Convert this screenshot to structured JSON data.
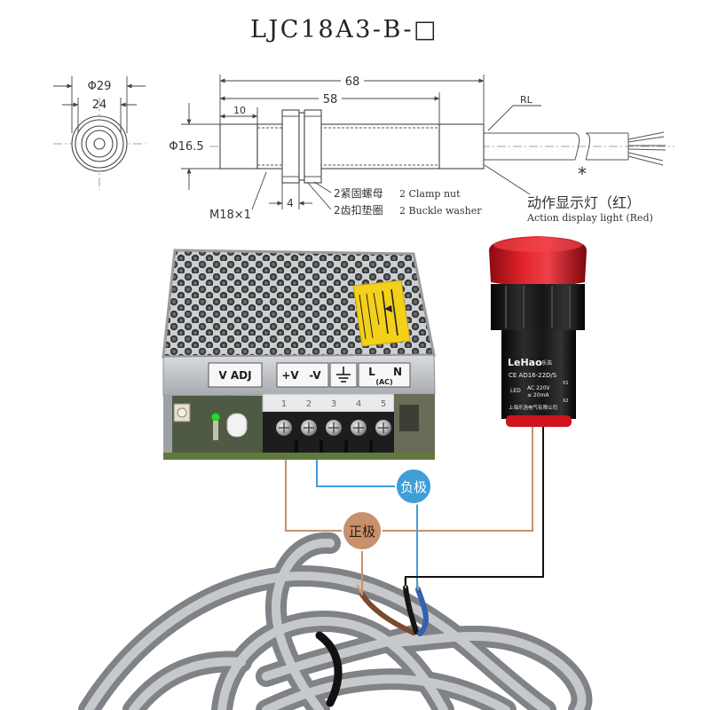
{
  "title": {
    "model": "LJC18A3-B-□"
  },
  "front_view": {
    "outer_diameter": "Φ29",
    "hex_width": "24"
  },
  "side_view": {
    "total_length": "68",
    "thread_length": "58",
    "front_length": "10",
    "diameter": "Φ16.5",
    "thread_spec": "M18×1",
    "nut_thickness": "4",
    "cable_label": "RL",
    "indicator_mark": "*"
  },
  "parts": {
    "clamp_nut_cn": "2紧固螺母",
    "clamp_nut_en": "2 Clamp nut",
    "washer_cn": "2齿扣垫圈",
    "washer_en": "2 Buckle washer"
  },
  "indicator_note": {
    "cn": "动作显示灯（红）",
    "en": "Action display light (Red)"
  },
  "power_supply": {
    "v_adj": "V ADJ",
    "plus_v": "+V",
    "minus_v": "-V",
    "ground_icon": "ground-icon",
    "line": "L",
    "neutral": "N",
    "ac": "(AC)",
    "terminals": [
      "1",
      "2",
      "3",
      "4",
      "5"
    ]
  },
  "lamp": {
    "brand": "LeHao",
    "brand_cn": "乐浩",
    "model": "CE AD16-22D/S",
    "x1": "X1",
    "led": "LED",
    "voltage": "AC 220V",
    "current": "≤ 20mA",
    "x2": "X2",
    "maker": "上海乐浩电气有限公司"
  },
  "wiring": {
    "negative_label": "负极",
    "positive_label": "正极"
  },
  "colors": {
    "positive_wire": "#c8906c",
    "negative_wire": "#3f9ed8",
    "lamp_wire": "#111111",
    "lamp_red": "#cf1420",
    "sticker": "#f3d01a"
  }
}
